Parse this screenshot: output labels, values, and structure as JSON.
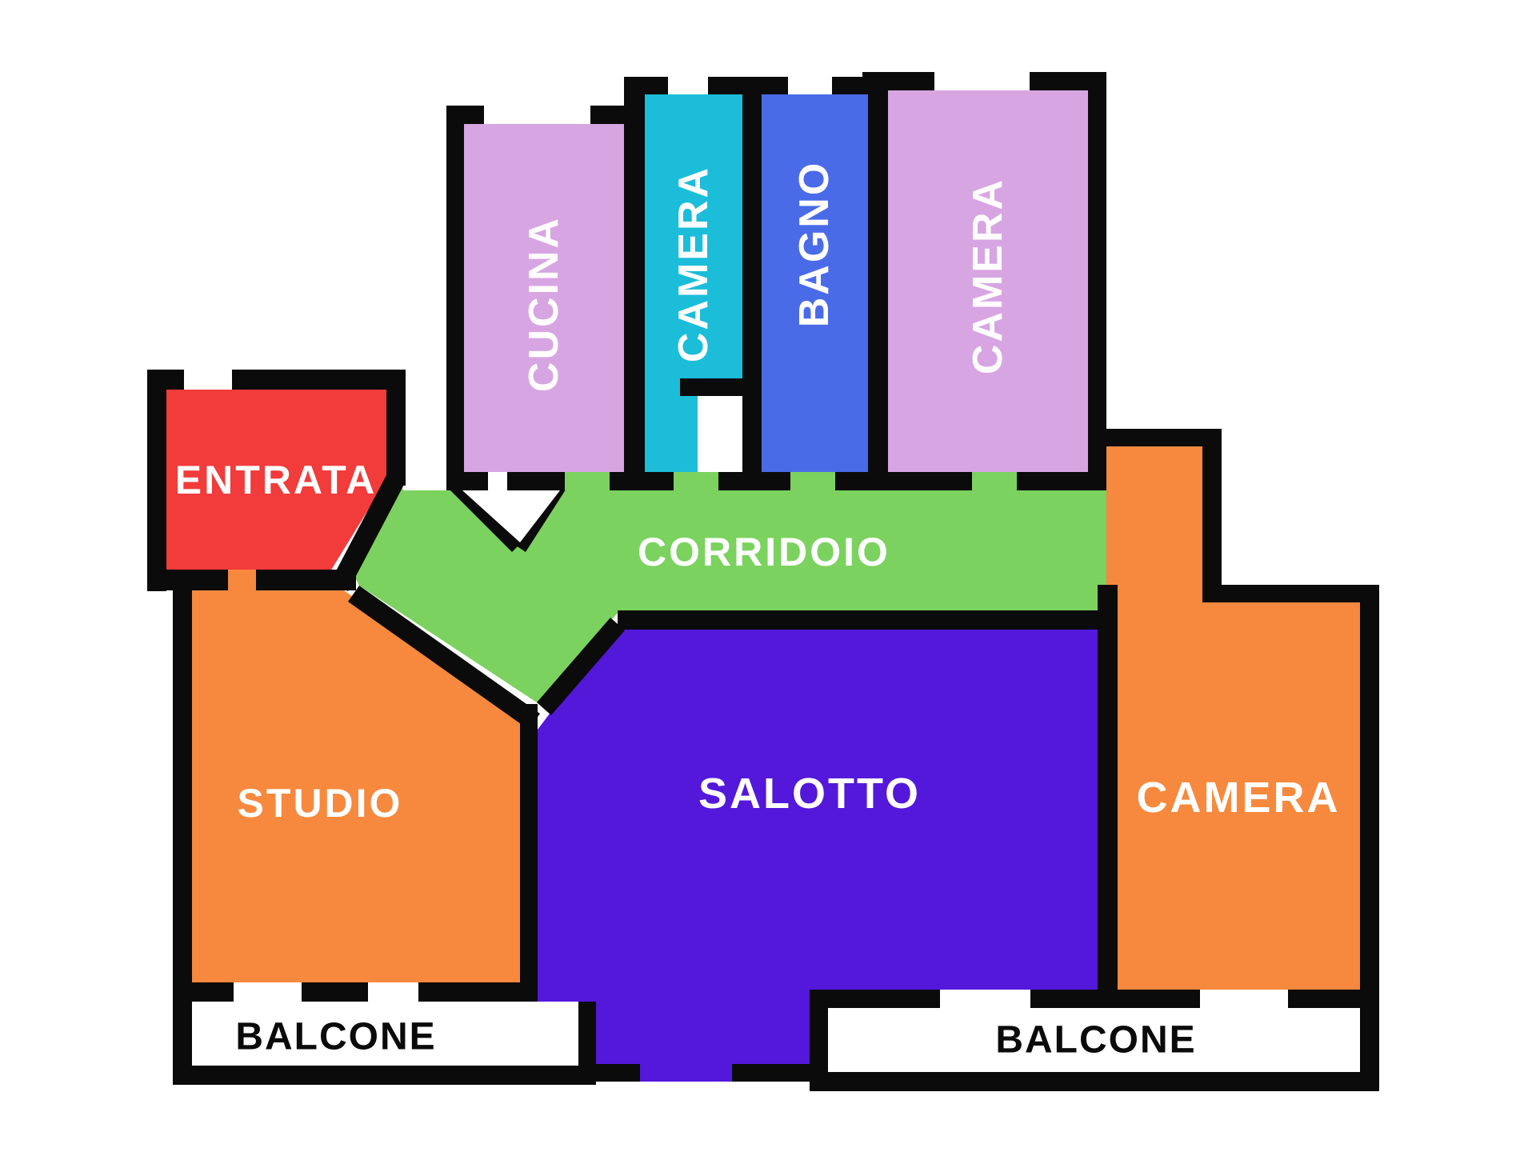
{
  "plan": {
    "background": "#ffffff",
    "wall_color": "#0b0b0b",
    "rooms": {
      "cucina": {
        "label": "CUCINA",
        "color": "#d8a5e3",
        "label_color": "#ffffff",
        "orientation": "vertical"
      },
      "camera_top": {
        "label": "CAMERA",
        "color": "#1cbdd9",
        "label_color": "#ffffff",
        "orientation": "vertical"
      },
      "bagno": {
        "label": "BAGNO",
        "color": "#4a6be8",
        "label_color": "#ffffff",
        "orientation": "vertical"
      },
      "camera_right_top": {
        "label": "CAMERA",
        "color": "#d8a5e3",
        "label_color": "#ffffff",
        "orientation": "vertical"
      },
      "entrata": {
        "label": "ENTRATA",
        "color": "#f23b3b",
        "label_color": "#ffffff",
        "orientation": "horizontal"
      },
      "corridoio": {
        "label": "CORRIDOIO",
        "color": "#7bd25f",
        "label_color": "#ffffff",
        "orientation": "horizontal"
      },
      "studio": {
        "label": "STUDIO",
        "color": "#f6893d",
        "label_color": "#ffffff",
        "orientation": "horizontal"
      },
      "salotto": {
        "label": "SALOTTO",
        "color": "#5318da",
        "label_color": "#ffffff",
        "orientation": "horizontal"
      },
      "camera_east": {
        "label": "CAMERA",
        "color": "#f6893d",
        "label_color": "#ffffff",
        "orientation": "horizontal"
      },
      "balcone_left": {
        "label": "BALCONE",
        "color": "#ffffff",
        "label_color": "#0b0b0b",
        "orientation": "horizontal"
      },
      "balcone_right": {
        "label": "BALCONE",
        "color": "#ffffff",
        "label_color": "#0b0b0b",
        "orientation": "horizontal"
      }
    }
  }
}
